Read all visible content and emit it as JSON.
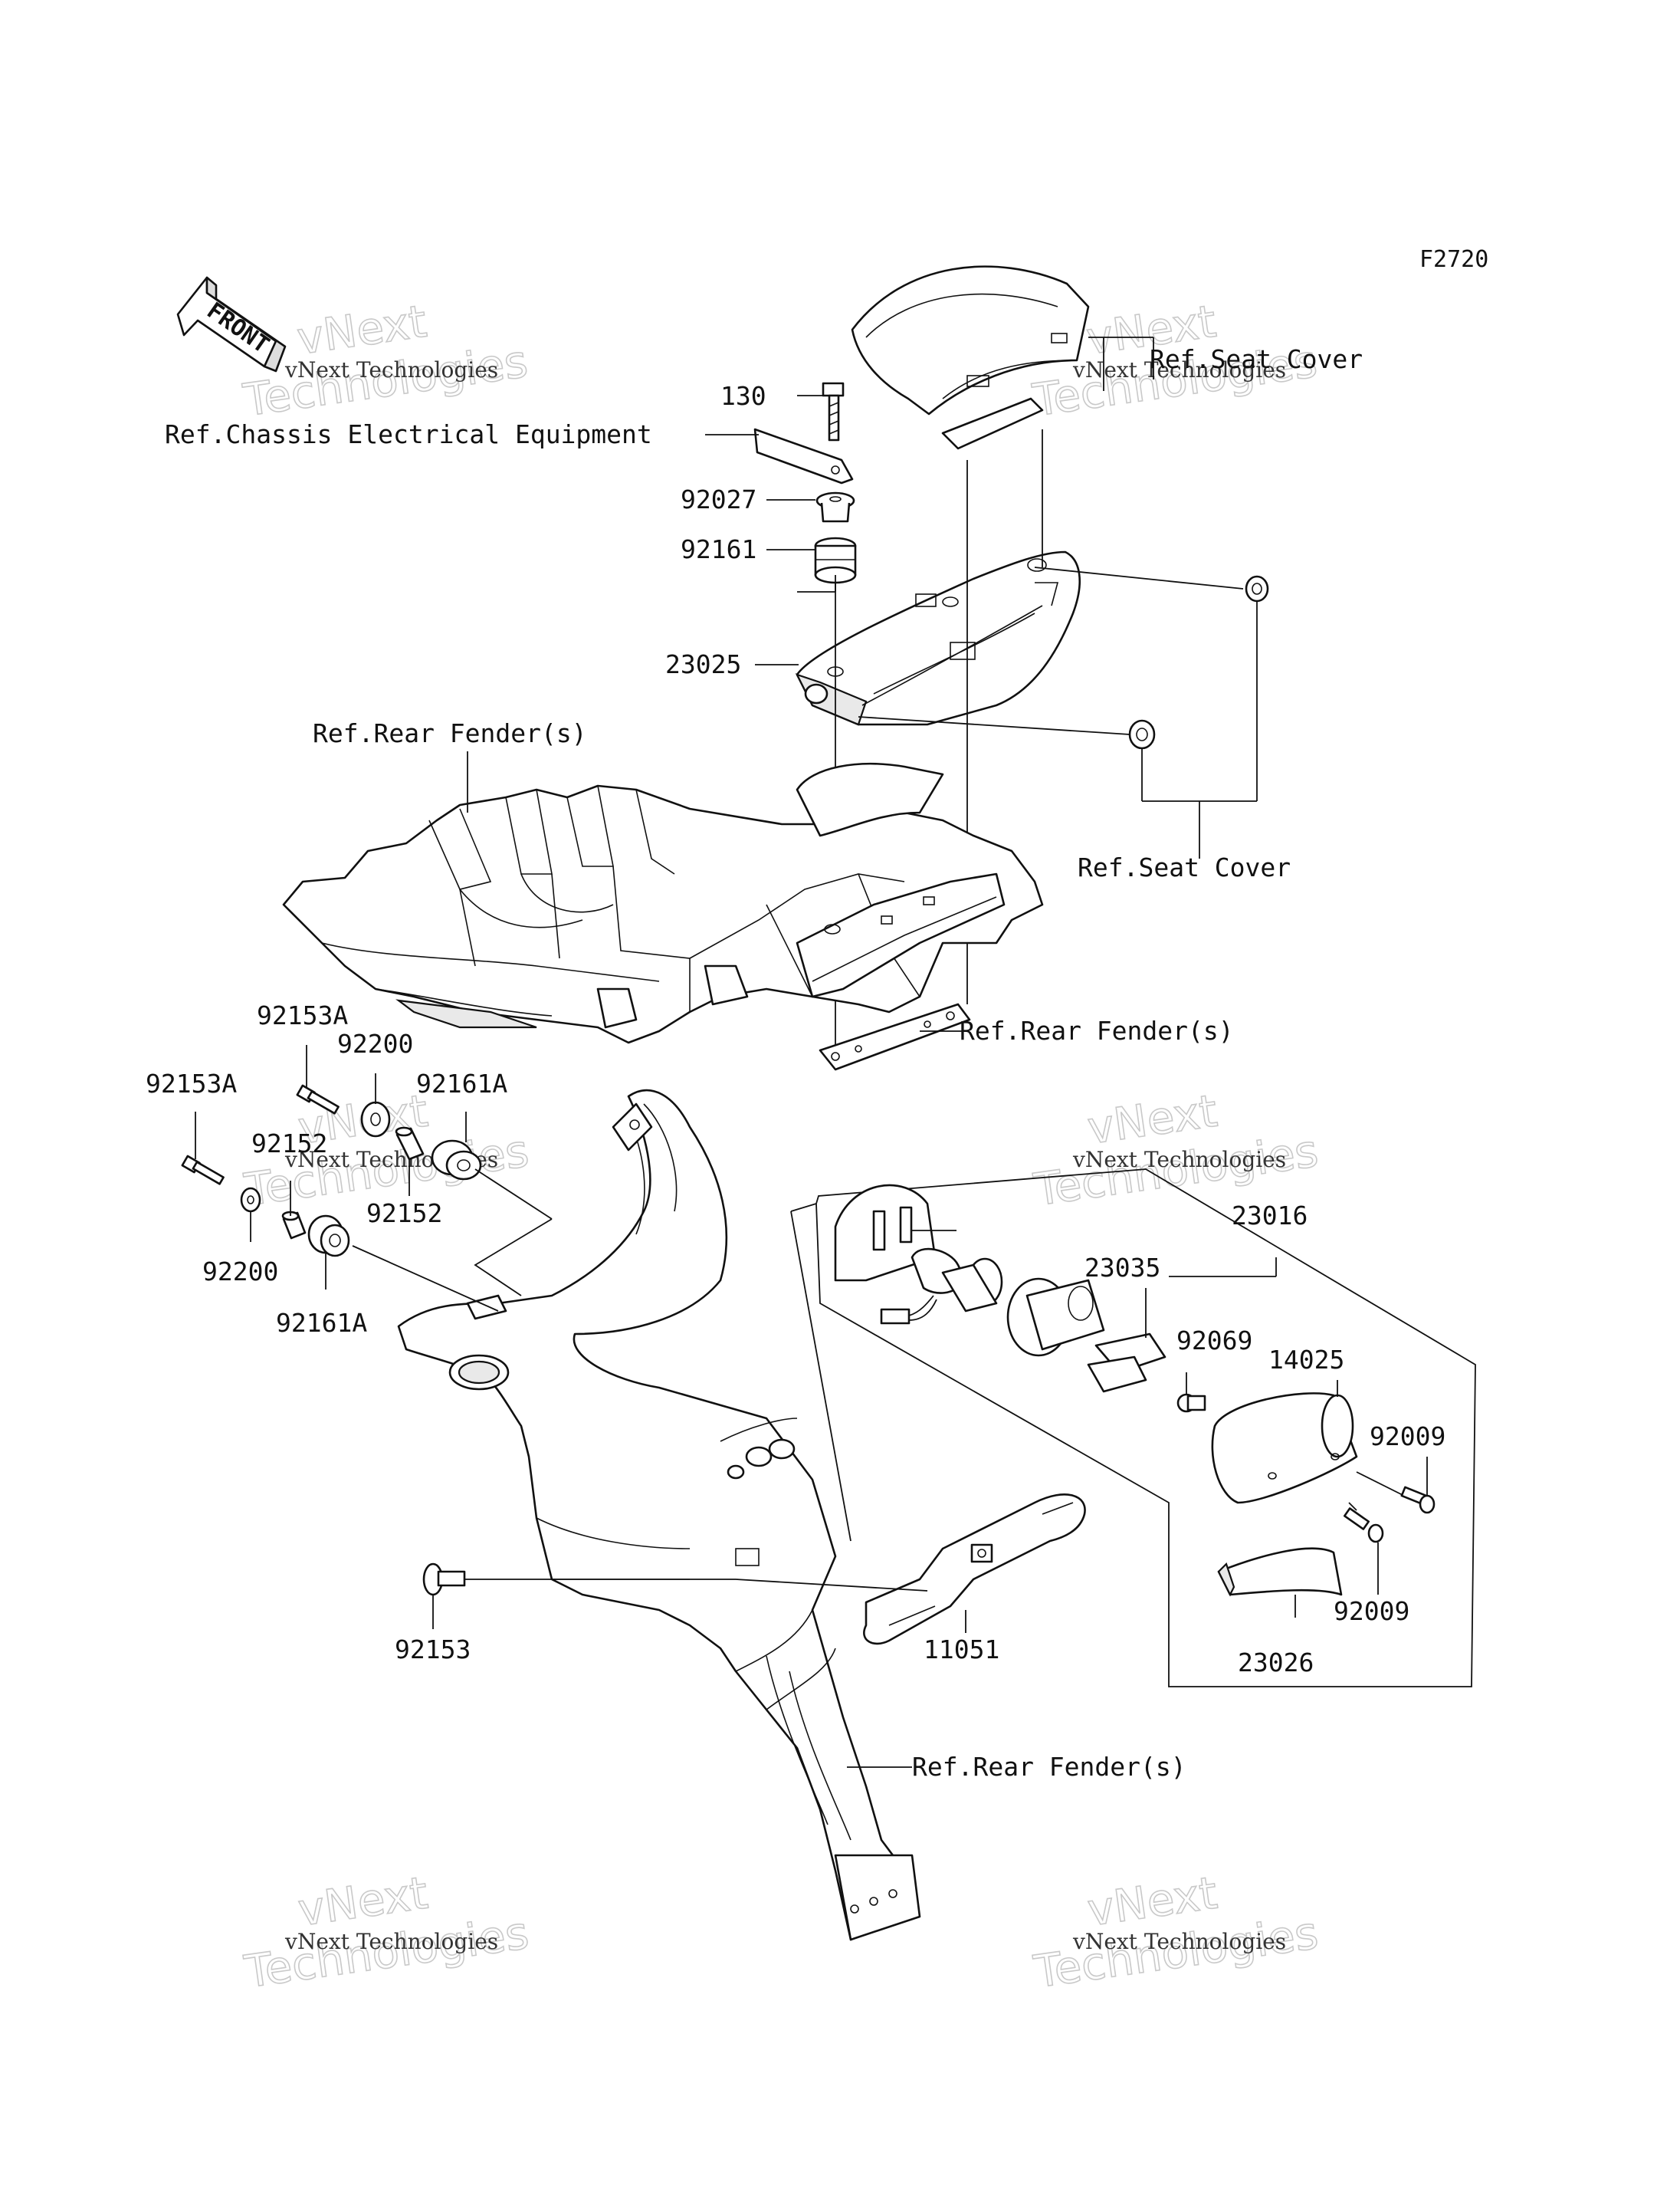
{
  "figure_code": "F2720",
  "front_arrow": {
    "text": "FRONT"
  },
  "references": {
    "seat_cover_top": "Ref.Seat Cover",
    "seat_cover_mid": "Ref.Seat Cover",
    "chassis_electrical": "Ref.Chassis Electrical Equipment",
    "rear_fender_1": "Ref.Rear Fender(s)",
    "rear_fender_2": "Ref.Rear Fender(s)",
    "rear_fender_3": "Ref.Rear Fender(s)"
  },
  "part_labels": {
    "p130": "130",
    "p92027": "92027",
    "p92161": "92161",
    "p23025": "23025",
    "p92153A_1": "92153A",
    "p92153A_2": "92153A",
    "p92200_1": "92200",
    "p92200_2": "92200",
    "p92161A_1": "92161A",
    "p92161A_2": "92161A",
    "p92152_1": "92152",
    "p92152_2": "92152",
    "p23016": "23016",
    "p23035": "23035",
    "p92069": "92069",
    "p14025": "14025",
    "p92009_1": "92009",
    "p92009_2": "92009",
    "p23026": "23026",
    "p92153": "92153",
    "p11051": "11051"
  },
  "watermarks": {
    "company": "vNext Technologies",
    "line1": "vNext",
    "line2": "Technologies"
  }
}
